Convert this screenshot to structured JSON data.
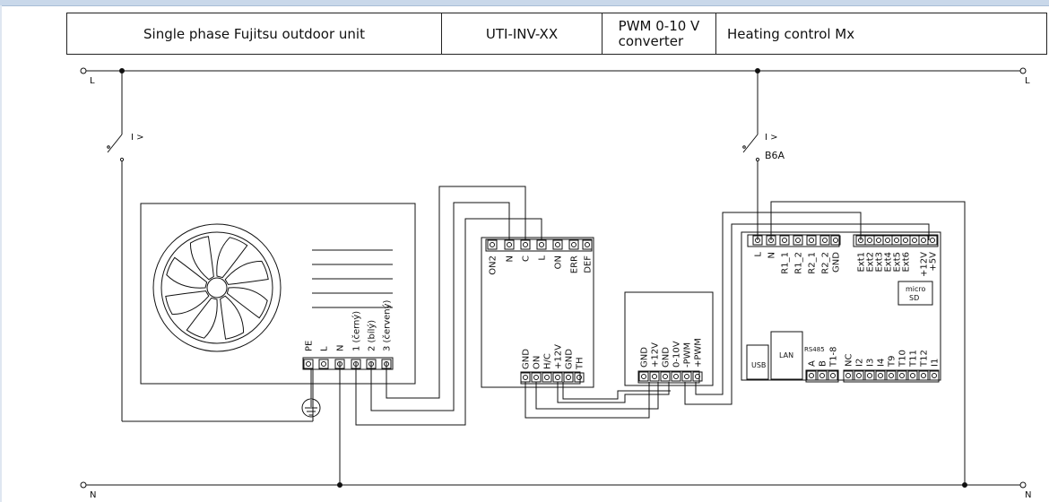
{
  "header": {
    "outdoor_unit": "Single phase Fujitsu outdoor unit",
    "interface": "UTI-INV-XX",
    "converter_line1": "PWM  0-10 V",
    "converter_line2": "converter",
    "controller": "Heating control Mx"
  },
  "lines": {
    "L": "L",
    "N": "N"
  },
  "breakers": {
    "left_symbol": "I >",
    "right_symbol": "I >",
    "right_rating": "B6A"
  },
  "outdoor_terminals": [
    "PE",
    "L",
    "N",
    "1 (černý)",
    "2 (bílý)",
    "3 (červený)"
  ],
  "uti_top_terminals": [
    "ON2",
    "N",
    "C",
    "L",
    "ON",
    "ERR",
    "DEF"
  ],
  "uti_bottom_terminals": [
    "GND",
    "ON",
    "H/C",
    "+12V",
    "GND",
    "TH"
  ],
  "pwm_terminals": [
    "GND",
    "+12V",
    "GND",
    "0-10V",
    "-PWM",
    "+PWM"
  ],
  "mx_top_terminals": [
    "L",
    "N",
    "R1_1",
    "R1_2",
    "R2_1",
    "R2_2",
    "GND",
    "Ext1",
    "Ext2",
    "Ext3",
    "Ext4",
    "Ext5",
    "Ext6",
    "+12V",
    "+5V"
  ],
  "mx_rs485_label": "RS485",
  "mx_rs485_terminals": [
    "A",
    "B",
    "T1-8"
  ],
  "mx_bottom_terminals": [
    "NC",
    "I2",
    "I3",
    "I4",
    "T9",
    "T10",
    "T11",
    "T12",
    "I1"
  ],
  "mx_ports": {
    "usb": "USB",
    "lan": "LAN",
    "sd_line1": "micro",
    "sd_line2": "SD"
  }
}
